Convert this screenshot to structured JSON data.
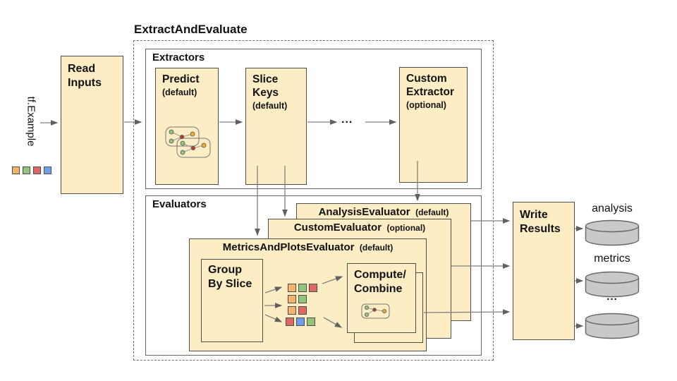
{
  "colors": {
    "orange": "#f6b26b",
    "green": "#93c47d",
    "red": "#e06666",
    "blue": "#6d9eeb",
    "box_fill": "#fcedc4",
    "cylinder_fill": "#c9c9c9",
    "border": "#4d4d4d",
    "arrow": "#808080"
  },
  "input": {
    "label": "tf.Example",
    "squares": [
      "orange",
      "green",
      "red",
      "blue"
    ]
  },
  "read_inputs": {
    "label": "Read\nInputs"
  },
  "pipeline": {
    "title": "ExtractAndEvaluate"
  },
  "extractors": {
    "label": "Extractors",
    "predict": {
      "name": "Predict",
      "qualifier": "(default)"
    },
    "slice_keys": {
      "name": "Slice\nKeys",
      "qualifier": "(default)"
    },
    "ellipsis": "...",
    "custom_extractor": {
      "name": "Custom\nExtractor",
      "qualifier": "(optional)"
    }
  },
  "evaluators": {
    "label": "Evaluators",
    "analysis_evaluator": {
      "name": "AnalysisEvaluator",
      "qualifier": "(default)"
    },
    "custom_evaluator": {
      "name": "CustomEvaluator",
      "qualifier": "(optional)"
    },
    "metrics_and_plots_evaluator": {
      "name": "MetricsAndPlotsEvaluator",
      "qualifier": "(default)"
    },
    "group_by_slice": {
      "label": "Group\nBy Slice"
    },
    "compute_combine": {
      "label": "Compute/\nCombine"
    }
  },
  "slice_groups": [
    [
      "orange",
      "green",
      "red"
    ],
    [
      "orange",
      "green"
    ],
    [
      "orange",
      "red"
    ],
    [
      "red",
      "blue",
      "green"
    ]
  ],
  "write_results": {
    "label": "Write\nResults"
  },
  "outputs": [
    {
      "label": "analysis"
    },
    {
      "label": "metrics"
    },
    {
      "label": "..."
    }
  ]
}
